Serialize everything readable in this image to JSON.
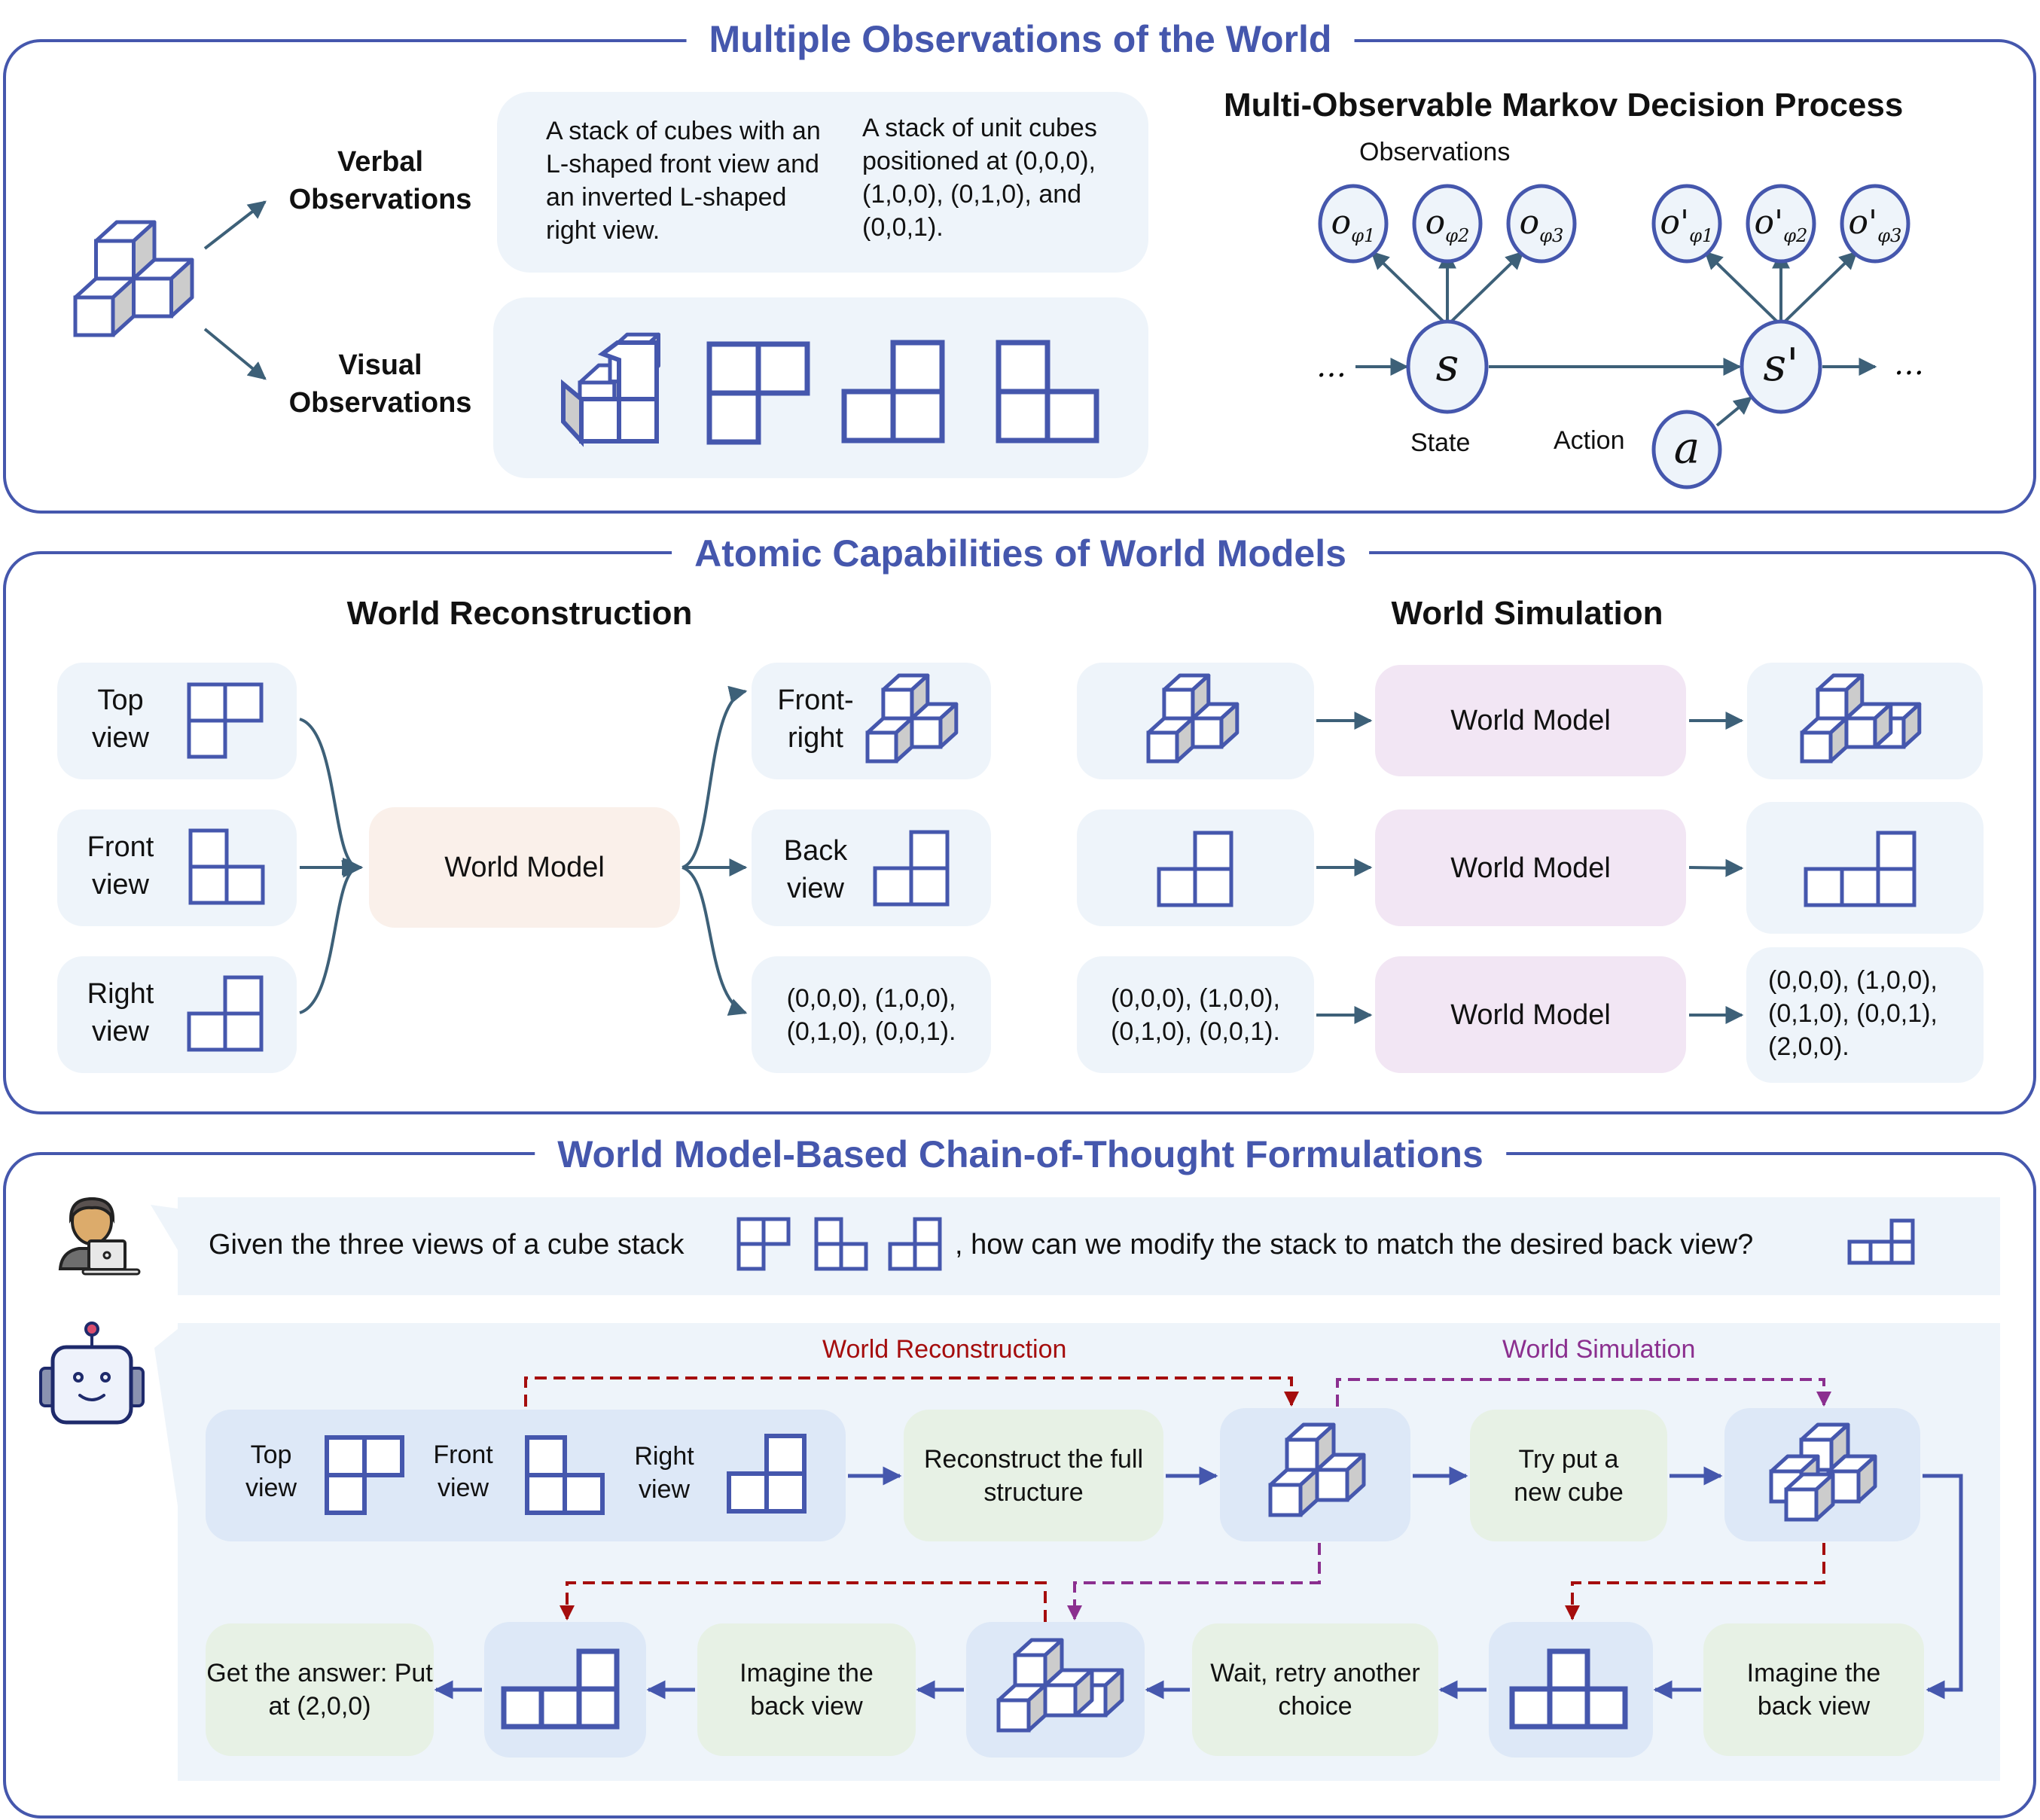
{
  "panels": {
    "observations": {
      "title": "Multiple Observations of the World",
      "verbal_label": "Verbal Observations",
      "visual_label": "Visual Observations",
      "verbal_text_1": "A stack of cubes with an L-shaped front view and an inverted L-shaped right view.",
      "verbal_text_2": "A stack of unit cubes positioned at (0,0,0), (1,0,0), (0,1,0), and (0,0,1).",
      "mdp": {
        "title": "Multi-Observable Markov Decision Process",
        "observations_label": "Observations",
        "state_label": "State",
        "action_label": "Action",
        "ellipsis": "...",
        "nodes": {
          "o1": "o_φ1",
          "o2": "o_φ2",
          "o3": "o_φ3",
          "o1p": "o'_φ1",
          "o2p": "o'_φ2",
          "o3p": "o'_φ3",
          "s": "s",
          "sp": "s'",
          "a": "a"
        }
      }
    },
    "capabilities": {
      "title": "Atomic Capabilities of World Models",
      "reconstruction": {
        "title": "World Reconstruction",
        "inputs": [
          "Top view",
          "Front view",
          "Right view"
        ],
        "model": "World Model",
        "outputs": [
          "Front-right",
          "Back view",
          "(0,0,0), (1,0,0), (0,1,0), (0,0,1)."
        ]
      },
      "simulation": {
        "title": "World Simulation",
        "model": "World Model",
        "rows": [
          {
            "input": "",
            "output": ""
          },
          {
            "input": "",
            "output": ""
          },
          {
            "input": "(0,0,0), (1,0,0), (0,1,0), (0,0,1).",
            "output": "(0,0,0), (1,0,0), (0,1,0), (0,0,1), (2,0,0)."
          }
        ]
      }
    },
    "cot": {
      "title": "World Model-Based Chain-of-Thought Formulations",
      "question_part1": "Given the three views of a cube stack",
      "question_part2": ", how can we modify the stack to match the desired back view?",
      "reconstruction_label": "World Reconstruction",
      "simulation_label": "World Simulation",
      "views": [
        "Top view",
        "Front view",
        "Right view"
      ],
      "steps": {
        "reconstruct": "Reconstruct the full structure",
        "try_put": "Try put a new cube",
        "imagine_1": "Imagine the back view",
        "wait": "Wait, retry another choice",
        "imagine_2": "Imagine the back view",
        "answer": "Get the answer: Put at (2,0,0)"
      }
    }
  },
  "colors": {
    "accent": "#4557ad",
    "arrow": "#3d6078",
    "reconstruction": "#a50d0d",
    "simulation": "#8b2f8f",
    "cube_side": "#cccccc"
  }
}
